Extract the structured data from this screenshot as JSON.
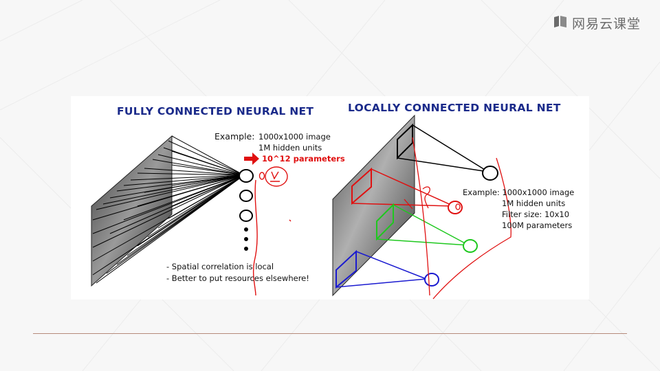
{
  "brand": {
    "name": "网易云课堂",
    "icon": "book-logo-icon"
  },
  "left_figure": {
    "title": "FULLY CONNECTED NEURAL NET",
    "example_label": "Example:",
    "example_image": "1000x1000 image",
    "hidden_units": "1M hidden units",
    "parameters": "10^12 parameters",
    "bullet_1": "- Spatial correlation is local",
    "bullet_2": "- Better to put resources elsewhere!"
  },
  "right_figure": {
    "title": "LOCALLY CONNECTED NEURAL NET",
    "example_image": "Example: 1000x1000 image",
    "hidden_units": "1M hidden units",
    "filter_size": "Filter size: 10x10",
    "parameters": "100M parameters"
  },
  "colors": {
    "title": "#1a2a8a",
    "highlight": "#e01010",
    "green": "#1ec81e",
    "blue": "#1a1ad0",
    "divider": "#b58a7a"
  }
}
